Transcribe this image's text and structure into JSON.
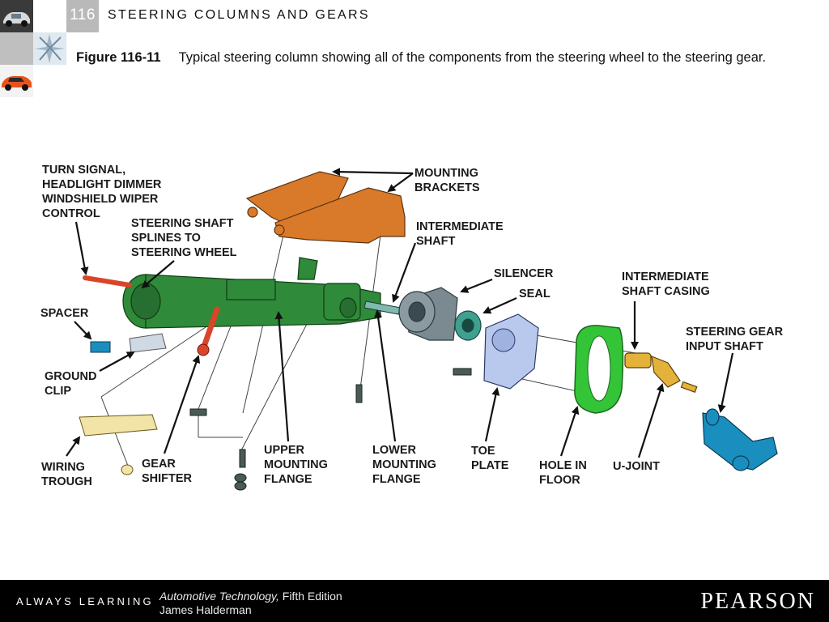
{
  "header": {
    "chapter_number": "116",
    "chapter_title": "STEERING COLUMNS AND GEARS"
  },
  "caption": {
    "figure_label": "Figure 116-11",
    "text": "Typical steering column showing all of the components from the steering wheel to the steering gear."
  },
  "labels": {
    "turn_signal": "TURN SIGNAL,\nHEADLIGHT DIMMER\nWINDSHIELD WIPER\nCONTROL",
    "steering_shaft_splines": "STEERING SHAFT\nSPLINES TO\nSTEERING WHEEL",
    "mounting_brackets": "MOUNTING\nBRACKETS",
    "intermediate_shaft": "INTERMEDIATE\nSHAFT",
    "silencer": "SILENCER",
    "seal": "SEAL",
    "intermediate_shaft_casing": "INTERMEDIATE\nSHAFT CASING",
    "steering_gear_input_shaft": "STEERING GEAR\nINPUT SHAFT",
    "spacer": "SPACER",
    "ground_clip": "GROUND\nCLIP",
    "wiring_trough": "WIRING\nTROUGH",
    "gear_shifter": "GEAR\nSHIFTER",
    "upper_mounting_flange": "UPPER\nMOUNTING\nFLANGE",
    "lower_mounting_flange": "LOWER\nMOUNTING\nFLANGE",
    "toe_plate": "TOE\nPLATE",
    "hole_in_floor": "HOLE IN\nFLOOR",
    "u_joint": "U-JOINT"
  },
  "colors": {
    "column_green": "#2f8a3a",
    "bracket_orange": "#d97a2a",
    "floor_green": "#33c437",
    "gear_blue": "#1a8fbf",
    "toe_plate_blue": "#b9c9ee",
    "red_handle": "#d9452a",
    "trough_yellow": "#f2e3a6"
  },
  "footer": {
    "tagline": "ALWAYS LEARNING",
    "book_title": "Automotive Technology,",
    "edition": "Fifth Edition",
    "author": "James Halderman",
    "publisher": "PEARSON"
  }
}
